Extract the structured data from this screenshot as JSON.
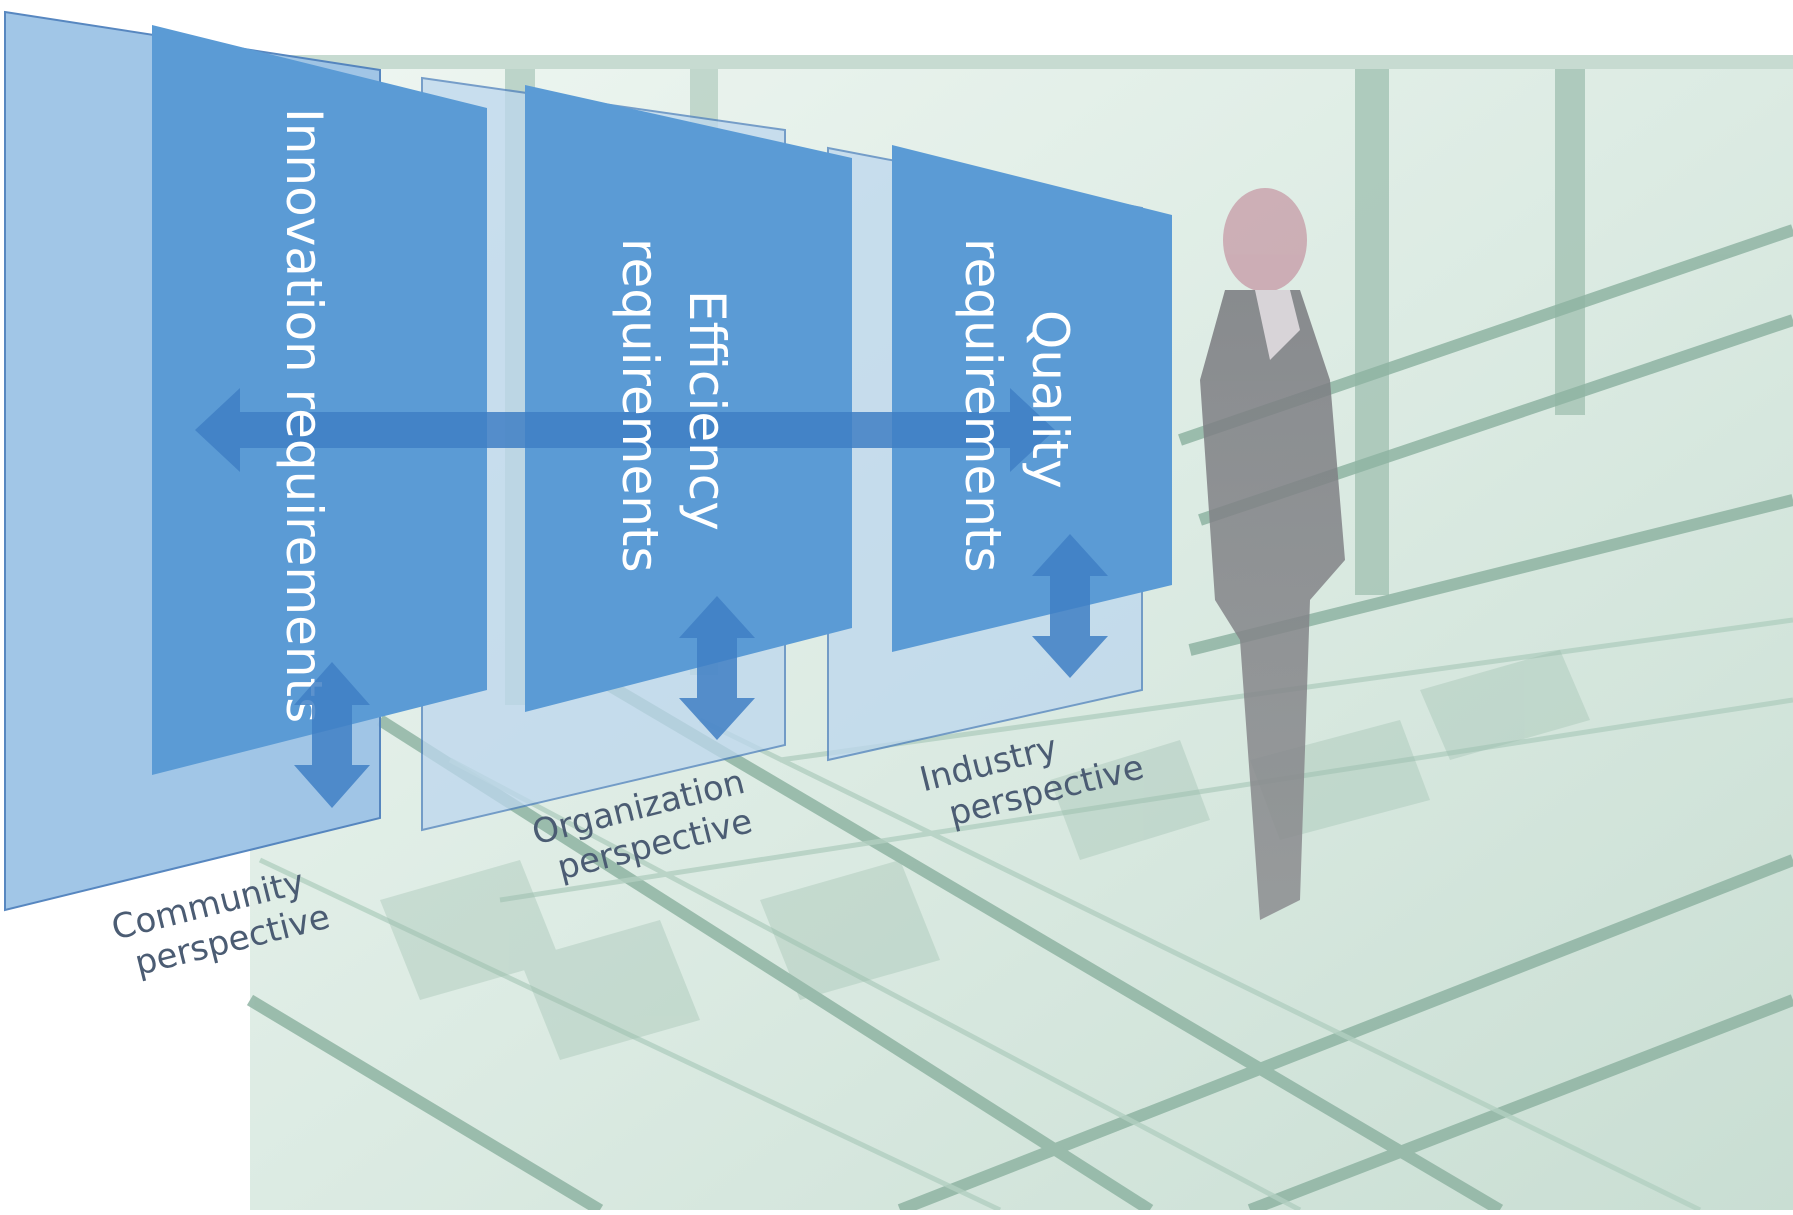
{
  "requirements": {
    "innovation": "Innovation requirements",
    "efficiency_line1": "Efficiency",
    "efficiency_line2": "requirements",
    "quality_line1": "Quality",
    "quality_line2": "requirements"
  },
  "perspectives": {
    "community_line1": "Community",
    "community_line2": "perspective",
    "organization_line1": "Organization",
    "organization_line2": "perspective",
    "industry_line1": "Industry",
    "industry_line2": "perspective"
  },
  "colors": {
    "panel_front": "#5b9bd5",
    "panel_back": "#9dc3e6",
    "arrow": "#3f7fc4",
    "perspective_text": "#4b5c73",
    "photo_tint": "#dfeee6"
  },
  "icons": {
    "horizontal_arrow": "double-headed-horizontal-arrow",
    "vertical_arrow": "double-headed-vertical-arrow"
  }
}
